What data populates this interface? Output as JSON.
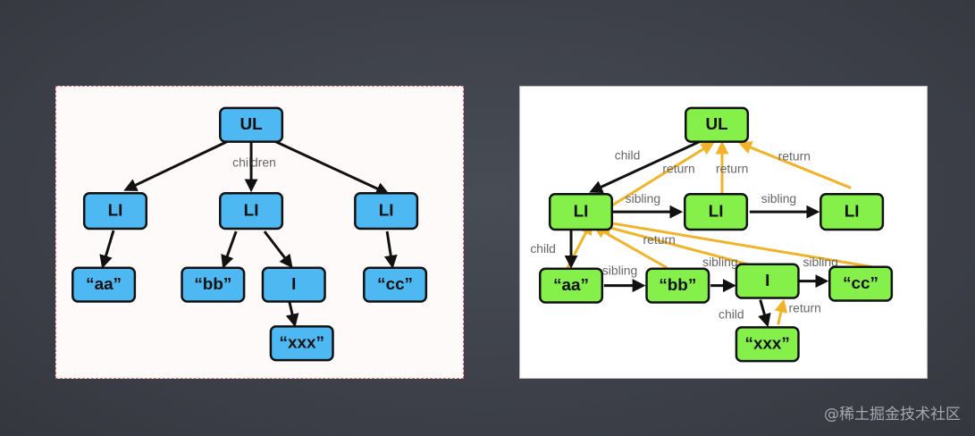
{
  "left_tree": {
    "nodes": {
      "ul": "UL",
      "li1": "LI",
      "li2": "LI",
      "li3": "LI",
      "aa": "“aa”",
      "bb": "“bb”",
      "i": "I",
      "cc": "“cc”",
      "xxx": "“xxx”"
    },
    "edge_label": "children"
  },
  "right_tree": {
    "nodes": {
      "ul": "UL",
      "li1": "LI",
      "li2": "LI",
      "li3": "LI",
      "aa": "“aa”",
      "bb": "“bb”",
      "i": "I",
      "cc": "“cc”",
      "xxx": "“xxx”"
    },
    "labels": {
      "child": "child",
      "sibling": "sibling",
      "return": "return"
    }
  },
  "colors": {
    "left_node": "#4db8f2",
    "right_node": "#85f04a",
    "return_arrow": "#f2b328",
    "edge": "#111111"
  },
  "watermark": "@稀土掘金技术社区"
}
